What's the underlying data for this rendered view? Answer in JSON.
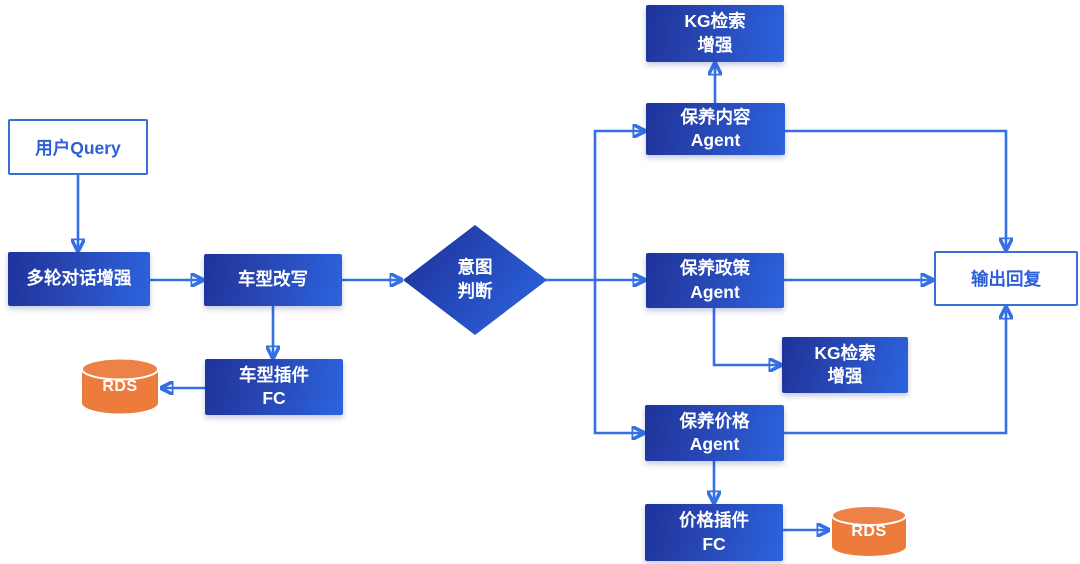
{
  "diagram": {
    "title_implicit": "维修保养多智能体问答流程图",
    "type": "flowchart"
  },
  "colors": {
    "edge_blue": "#3470e4",
    "node_gradient_dark": "#1e339b",
    "node_gradient_bright": "#2c63de",
    "outline_box_border": "#3a6fd9",
    "outline_box_text": "#2d5fd7",
    "cylinder_orange": "#ed7b3c",
    "node_text": "#ffffff",
    "background": "#ffffff"
  },
  "nodes": {
    "user_query": {
      "label": "用户Query"
    },
    "multi_turn": {
      "label": "多轮对话增强"
    },
    "model_rewrite": {
      "label": "车型改写"
    },
    "intent_judge": {
      "lines": [
        "意图",
        "判断"
      ]
    },
    "model_plugin_fc": {
      "lines": [
        "车型插件",
        "FC"
      ]
    },
    "rds_left": {
      "label": "RDS"
    },
    "kg_top": {
      "lines": [
        "KG检索",
        "增强"
      ]
    },
    "content_agent": {
      "lines": [
        "保养内容",
        "Agent"
      ]
    },
    "policy_agent": {
      "lines": [
        "保养政策",
        "Agent"
      ]
    },
    "kg_mid": {
      "lines": [
        "KG检索",
        "增强"
      ]
    },
    "price_agent": {
      "lines": [
        "保养价格",
        "Agent"
      ]
    },
    "price_plugin_fc": {
      "lines": [
        "价格插件",
        "FC"
      ]
    },
    "rds_right": {
      "label": "RDS"
    },
    "output_reply": {
      "label": "输出回复"
    }
  },
  "edges": [
    {
      "from": "user_query",
      "to": "multi_turn"
    },
    {
      "from": "multi_turn",
      "to": "model_rewrite"
    },
    {
      "from": "model_rewrite",
      "to": "intent_judge"
    },
    {
      "from": "model_rewrite",
      "to": "model_plugin_fc"
    },
    {
      "from": "model_plugin_fc",
      "to": "rds_left"
    },
    {
      "from": "intent_judge",
      "to": "content_agent"
    },
    {
      "from": "intent_judge",
      "to": "policy_agent"
    },
    {
      "from": "intent_judge",
      "to": "price_agent"
    },
    {
      "from": "content_agent",
      "to": "kg_top"
    },
    {
      "from": "content_agent",
      "to": "output_reply"
    },
    {
      "from": "policy_agent",
      "to": "kg_mid"
    },
    {
      "from": "policy_agent",
      "to": "output_reply"
    },
    {
      "from": "price_agent",
      "to": "price_plugin_fc"
    },
    {
      "from": "price_agent",
      "to": "output_reply"
    },
    {
      "from": "price_plugin_fc",
      "to": "rds_right"
    }
  ]
}
